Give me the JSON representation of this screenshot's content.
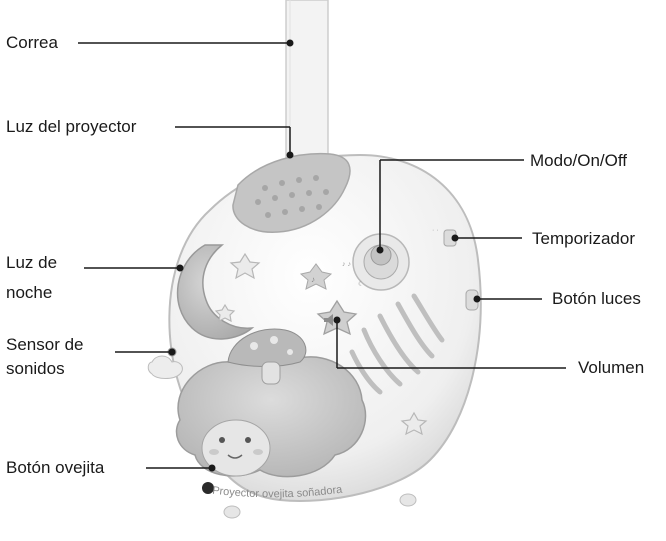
{
  "labels": {
    "strap": "Correa",
    "projector_light": "Luz del proyector",
    "night_light_l1": "Luz de",
    "night_light_l2": "noche",
    "sound_sensor_l1": "Sensor de",
    "sound_sensor_l2": "sonidos",
    "sheep_button": "Botón ovejita",
    "mode_switch": "Modo/On/Off",
    "timer": "Temporizador",
    "lights_button": "Botón luces",
    "volume": "Volumen"
  },
  "device": {
    "product_name": "Proyector ovejita soñadora",
    "body_color": "#f1f1f1",
    "accent_color": "#c8c8c8"
  }
}
